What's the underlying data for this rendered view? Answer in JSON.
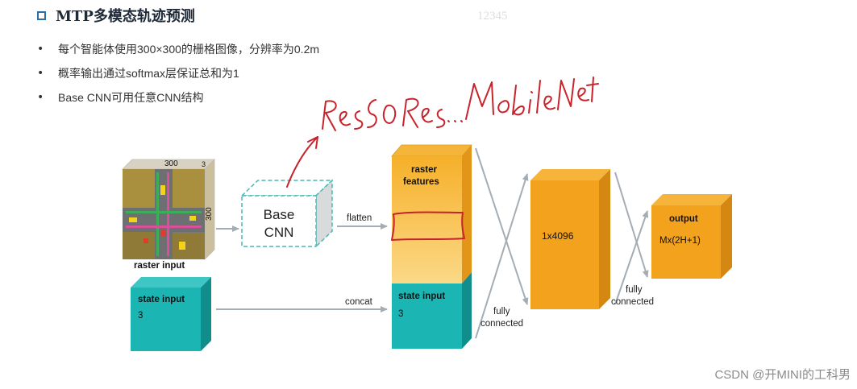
{
  "header": {
    "title": "MTP多模态轨迹预测",
    "watermark_number": "12345"
  },
  "bullets": [
    "每个智能体使用300×300的栅格图像，分辨率为0.2m",
    "概率输出通过softmax层保证总和为1",
    "Base CNN可用任意CNN结构"
  ],
  "diagram": {
    "raster_image_width": "300",
    "raster_image_height": "300",
    "raster_image_channels": "3",
    "raster_input_label": "raster input",
    "base_cnn_line1": "Base",
    "base_cnn_line2": "CNN",
    "flatten_label": "flatten",
    "raster_features_line1": "raster",
    "raster_features_line2": "features",
    "state_input_label": "state input",
    "state_input_dim": "3",
    "concat_label": "concat",
    "state_input_right_label": "state input",
    "state_input_right_dim": "3",
    "fc1_line1": "fully",
    "fc1_line2": "connected",
    "hidden_label": "1x4096",
    "fc2_line1": "fully",
    "fc2_line2": "connected",
    "output_label": "output",
    "output_dim": "Mx(2H+1)"
  },
  "annotations": {
    "handwritten": "Res50  Res...  MobileNet"
  },
  "colors": {
    "teal": "#1bb5b3",
    "orange": "#f2a21c",
    "light_orange": "#f8c75c",
    "annotation_red": "#c8232c"
  },
  "footer": {
    "credit": "CSDN @开MINI的工科男"
  }
}
